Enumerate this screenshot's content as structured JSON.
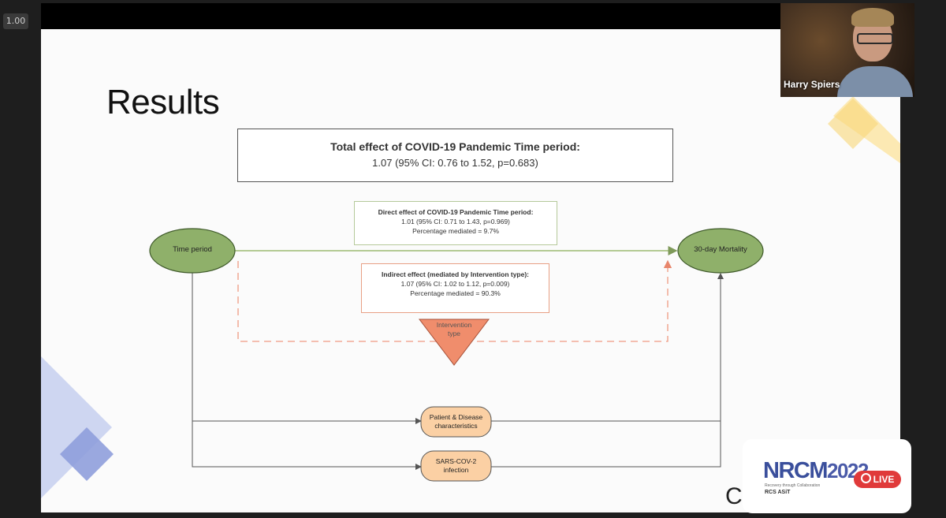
{
  "player": {
    "zoom_label": "1.00"
  },
  "slide": {
    "title": "Results",
    "total_effect": {
      "title": "Total effect of COVID-19 Pandemic Time period:",
      "value": "1.07 (95% CI: 0.76 to 1.52, p=0.683)"
    },
    "direct_effect": {
      "title": "Direct effect of COVID-19 Pandemic Time period:",
      "line1": "1.01 (95% CI: 0.71 to 1.43, p=0.969)",
      "line2": "Percentage mediated = 9.7%"
    },
    "indirect_effect": {
      "title": "Indirect effect (mediated by Intervention type):",
      "line1": "1.07 (95% CI: 1.02 to 1.12, p=0.009)",
      "line2": "Percentage mediated = 90.3%"
    },
    "nodes": {
      "time_period": "Time period",
      "mortality": "30-day Mortality",
      "intervention_line1": "Intervention",
      "intervention_line2": "type",
      "patient_line1": "Patient & Disease",
      "patient_line2": "characteristics",
      "sars_line1": "SARS-COV-2",
      "sars_line2": "infection"
    },
    "colors": {
      "ellipse_fill": "#8fb06a",
      "arrow_green": "#9dba73",
      "dashed_orange": "#ef9a82",
      "triangle_fill": "#f08d6c",
      "capsule_fill": "#fbd0a4",
      "diamond_blue": "#b9c5ea",
      "diamond_yellow": "#fbe29a"
    }
  },
  "webcam": {
    "speaker_name": "Harry Spiers"
  },
  "overlay": {
    "logo_main": "NRCM",
    "logo_year": "2022",
    "logo_sub": "Recovery through Collaboration",
    "sponsors": "RCS  ASiT",
    "live_label": "LIVE"
  }
}
